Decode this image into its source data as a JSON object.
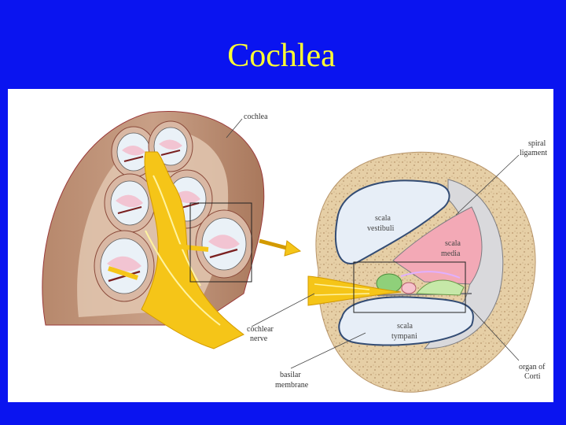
{
  "slide": {
    "title": "Cochlea",
    "background_color": "#0a14f0",
    "title_color": "#ffff33"
  },
  "diagram": {
    "labels": {
      "cochlea": "cochlea",
      "spiral_ligament_1": "spiral",
      "spiral_ligament_2": "ligament",
      "scala_vestibuli_1": "scala",
      "scala_vestibuli_2": "vestibuli",
      "scala_media_1": "scala",
      "scala_media_2": "media",
      "scala_tympani_1": "scala",
      "scala_tympani_2": "tympani",
      "cochlear_nerve_1": "cochlear",
      "cochlear_nerve_2": "nerve",
      "basilar_membrane_1": "basilar",
      "basilar_membrane_2": "membrane",
      "organ_of_corti_1": "organ of",
      "organ_of_corti_2": "Corti"
    }
  }
}
